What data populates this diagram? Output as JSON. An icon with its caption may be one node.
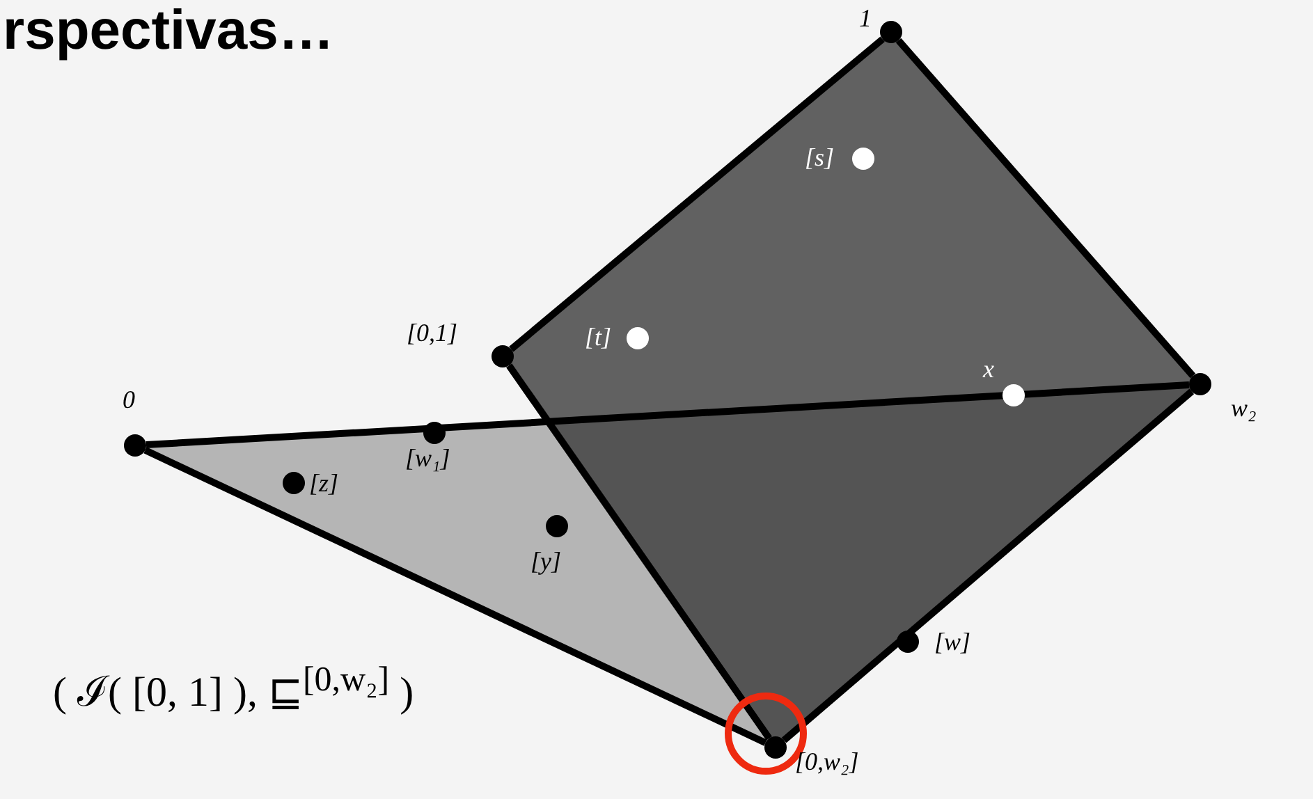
{
  "diagram": {
    "title": "rspectivas…",
    "nodes": [
      {
        "text": [],
        "shape": "circle",
        "beside": [
          "0"
        ]
      },
      {
        "text": [],
        "shape": "circle",
        "beside": [
          "1"
        ]
      },
      {
        "text": [],
        "shape": "circle",
        "beside": [
          "[0,1]"
        ]
      },
      {
        "text": [],
        "shape": "circle",
        "beside": [
          "w₂"
        ]
      },
      {
        "text": [],
        "shape": "circle",
        "beside": [
          "[0,w₂]"
        ]
      }
    ],
    "edges": [
      {
        "from": 0,
        "to": 3,
        "arrow": "none"
      },
      {
        "from": 0,
        "to": 4,
        "arrow": "none"
      },
      {
        "from": 2,
        "to": 1,
        "arrow": "none"
      },
      {
        "from": 1,
        "to": 3,
        "arrow": "none"
      },
      {
        "from": 3,
        "to": 4,
        "arrow": "none"
      },
      {
        "from": 2,
        "to": 4,
        "arrow": "none"
      }
    ],
    "labels": [
      "[s]",
      "[t]",
      "x",
      "[w₁]",
      "[z]",
      "[y]",
      "( ℐ( [0, 1] ), ⊑$^{[0,w₂]}$ )",
      "[w]"
    ]
  }
}
